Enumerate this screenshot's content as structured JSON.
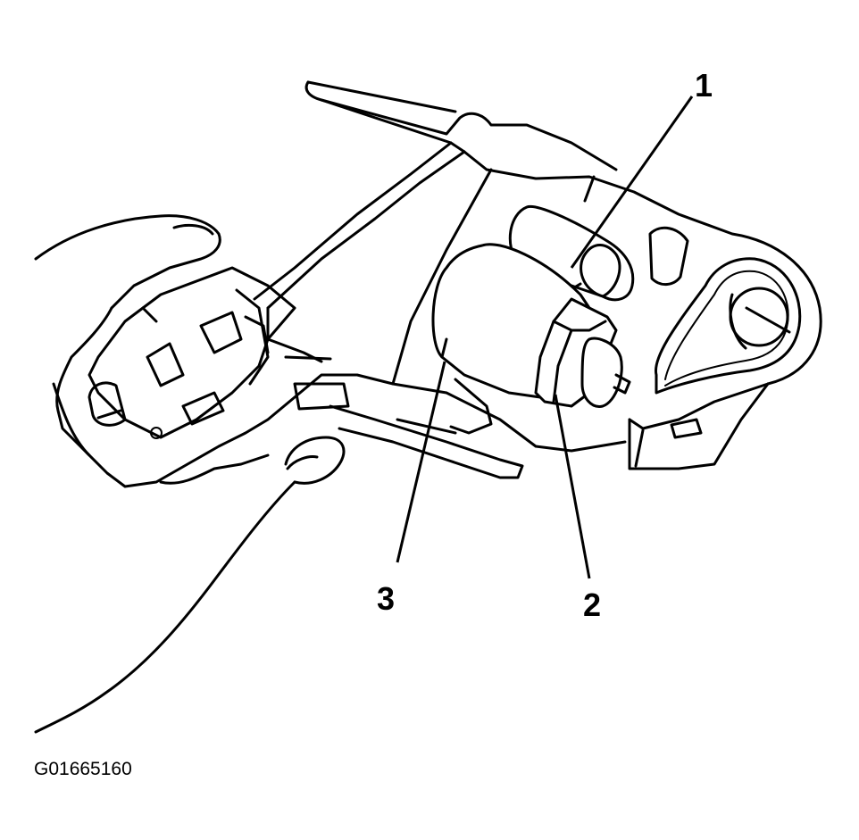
{
  "diagram": {
    "callouts": [
      {
        "id": "1",
        "label": "1"
      },
      {
        "id": "2",
        "label": "2"
      },
      {
        "id": "3",
        "label": "3"
      }
    ],
    "figure_id": "G01665160"
  }
}
